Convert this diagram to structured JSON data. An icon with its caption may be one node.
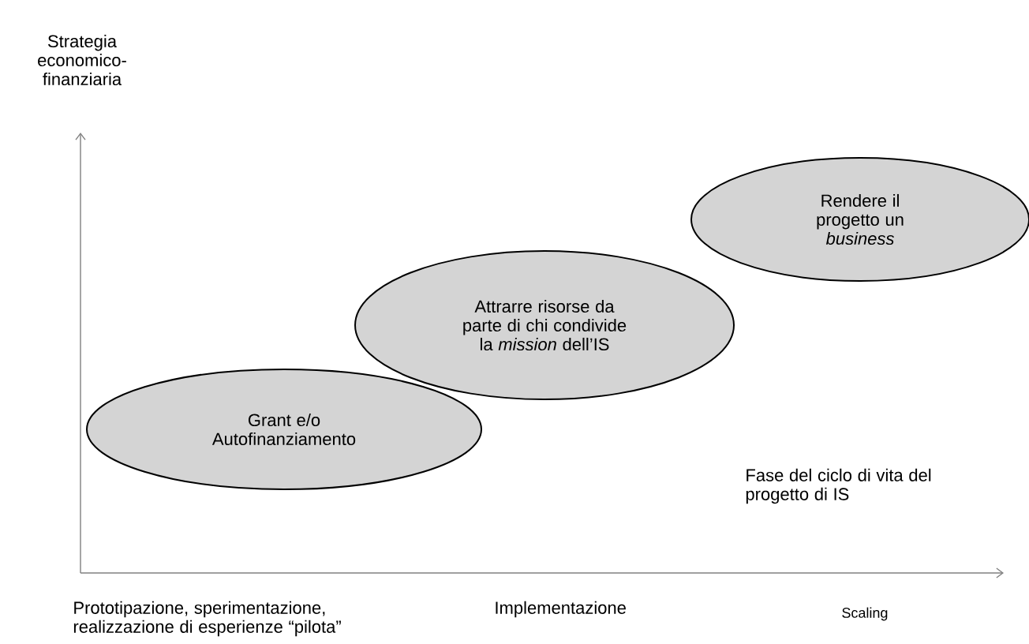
{
  "diagram": {
    "nodes": [
      {
        "text": [
          "Grant e/o Autofinanziamento"
        ]
      },
      {
        "text": [
          "Attrarre risorse da parte di chi condivide la *mission* dell’IS"
        ]
      },
      {
        "text": [
          "Rendere il progetto un *business*"
        ]
      }
    ],
    "labels": [
      "Strategia economico-finanziaria",
      "Fase del ciclo di vita del progetto di IS",
      "Prototipazione, sperimentazione, realizzazione di esperienze “pilota”",
      "Implementazione",
      "Scaling"
    ]
  }
}
